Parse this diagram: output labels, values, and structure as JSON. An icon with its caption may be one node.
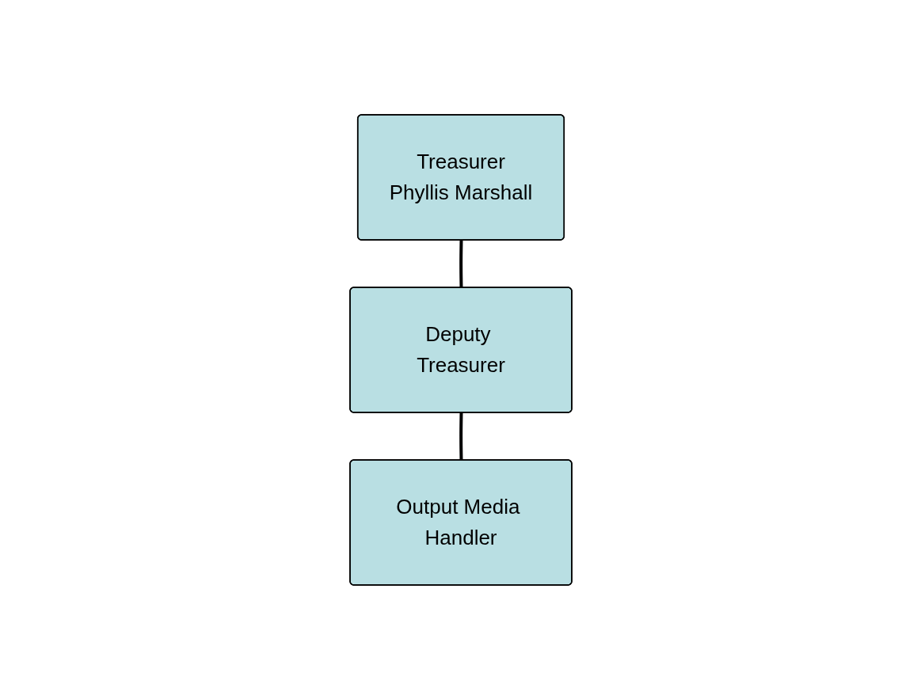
{
  "diagram": {
    "nodes": [
      {
        "text": [
          "Treasurer",
          "Phyllis Marshall"
        ]
      },
      {
        "text": [
          "Deputy Treasurer"
        ]
      },
      {
        "text": [
          "Output Media Handler"
        ]
      }
    ],
    "edges": [
      {
        "from": 0,
        "to": 1,
        "arrow": "none"
      },
      {
        "from": 1,
        "to": 2,
        "arrow": "none"
      }
    ]
  }
}
